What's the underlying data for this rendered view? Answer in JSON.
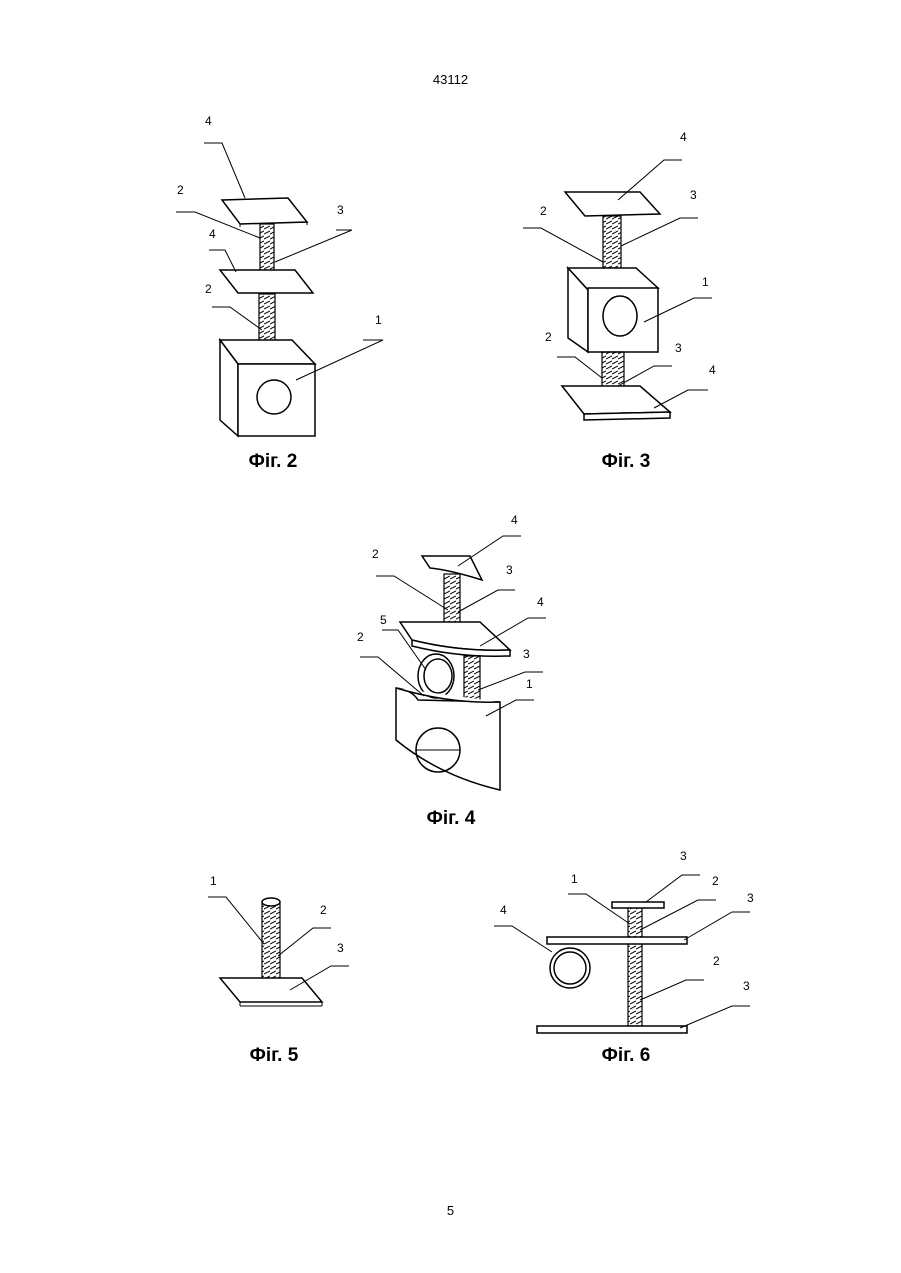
{
  "header": {
    "document_number": "43112"
  },
  "footer": {
    "page_number": "5"
  },
  "figures": [
    {
      "caption": "Фіг. 2",
      "labels": [
        "4",
        "2",
        "3",
        "4",
        "2",
        "1"
      ]
    },
    {
      "caption": "Фіг. 3",
      "labels": [
        "4",
        "3",
        "2",
        "1",
        "2",
        "3",
        "4"
      ]
    },
    {
      "caption": "Фіг. 4",
      "labels": [
        "4",
        "2",
        "3",
        "4",
        "5",
        "2",
        "3",
        "1"
      ]
    },
    {
      "caption": "Фіг. 5",
      "labels": [
        "1",
        "2",
        "3"
      ]
    },
    {
      "caption": "Фіг. 6",
      "labels": [
        "3",
        "1",
        "2",
        "3",
        "4",
        "2",
        "3"
      ]
    }
  ]
}
